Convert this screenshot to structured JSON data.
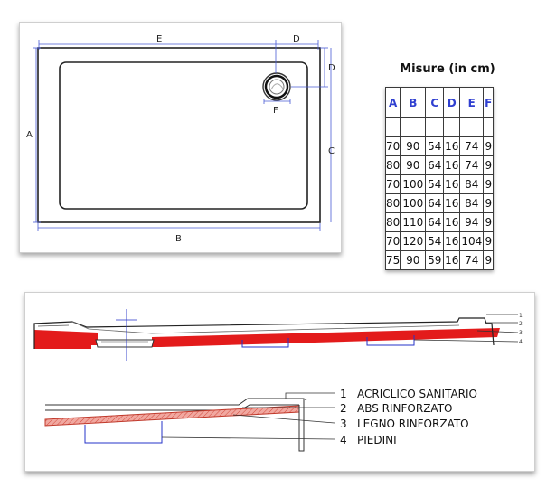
{
  "dimension_labels": {
    "a": "A",
    "b": "B",
    "c": "C",
    "d_top": "D",
    "d_side": "D",
    "e": "E",
    "f": "F"
  },
  "table": {
    "title": "Misure (in cm)",
    "columns": [
      "A",
      "B",
      "C",
      "D",
      "E",
      "F"
    ],
    "rows": [
      [
        "70",
        "90",
        "54",
        "16",
        "74",
        "9"
      ],
      [
        "80",
        "90",
        "64",
        "16",
        "74",
        "9"
      ],
      [
        "70",
        "100",
        "54",
        "16",
        "84",
        "9"
      ],
      [
        "80",
        "100",
        "64",
        "16",
        "84",
        "9"
      ],
      [
        "80",
        "110",
        "64",
        "16",
        "94",
        "9"
      ],
      [
        "70",
        "120",
        "54",
        "16",
        "104",
        "9"
      ],
      [
        "75",
        "90",
        "59",
        "16",
        "74",
        "9"
      ]
    ]
  },
  "cross_section_markers": [
    "1",
    "2",
    "3",
    "4"
  ],
  "layers": [
    {
      "number": "1",
      "label": "ACRICLICO SANITARIO"
    },
    {
      "number": "2",
      "label": "ABS RINFORZATO"
    },
    {
      "number": "3",
      "label": "LEGNO RINFORZATO"
    },
    {
      "number": "4",
      "label": "PIEDINI"
    }
  ],
  "colors": {
    "dimension_line": "#4a5bd4",
    "wood_layer": "#e31b1b",
    "feet": "#2533c8",
    "wood_hatch": "#f1a8a0"
  }
}
